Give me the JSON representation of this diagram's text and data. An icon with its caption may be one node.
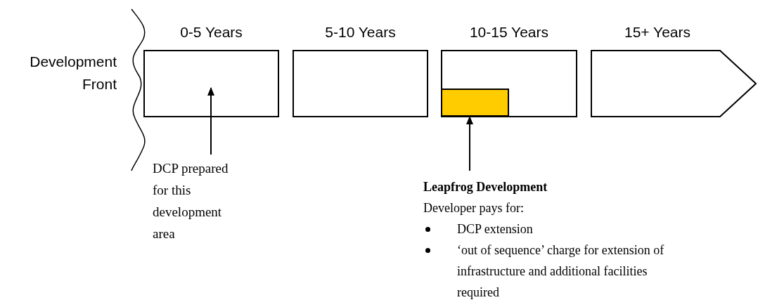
{
  "diagram": {
    "nodes": [
      {
        "text": [
          "0-5 Years"
        ]
      },
      {
        "text": [
          "5-10 Years"
        ]
      },
      {
        "text": [
          "10-15 Years"
        ]
      },
      {
        "text": [
          "15+ Years"
        ]
      },
      {
        "text": [],
        "shape": "box",
        "in": 2
      },
      {
        "text": [
          "DCP prepared for this development area"
        ]
      },
      {
        "text": [
          "Leapfrog Development",
          "Developer pays for:",
          "DCP extension",
          "‘out of sequence’ charge for extension of infrastructure and additional facilities required"
        ]
      }
    ],
    "edges": [
      {
        "from": 5,
        "to": 0,
        "arrow": "to"
      },
      {
        "from": 6,
        "to": 4,
        "arrow": "to"
      }
    ],
    "labels": [
      "Development Front"
    ]
  }
}
